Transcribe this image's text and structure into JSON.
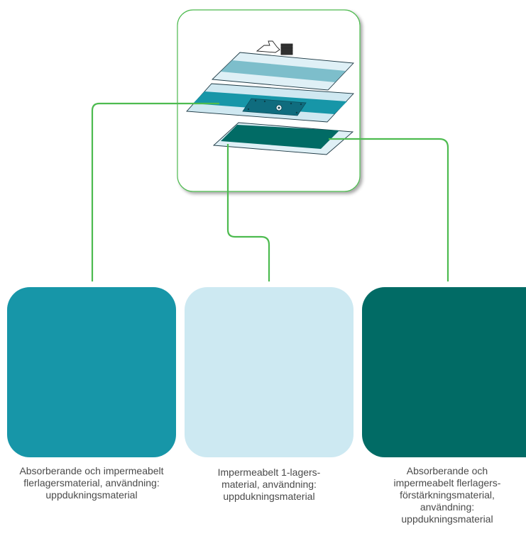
{
  "colors": {
    "connector_line": "#4dbb4f",
    "frame_border": "#4dbb4f",
    "absorbent_multilayer": "#1796a8",
    "impermeable_single_layer": "#cde9f2",
    "reinforcement_multilayer": "#016b65"
  },
  "icons": [
    "drape-pack-icon"
  ],
  "materials": [
    {
      "name": "absorbent-multilayer",
      "color": "#1796a8",
      "caption": "Absorberande och impermeabelt\nflerlagersmaterial, användning:\nuppdukningsmaterial"
    },
    {
      "name": "impermeable-single-layer",
      "color": "#cde9f2",
      "caption": "Impermeabelt 1-lagers-\nmaterial, användning:\nuppdukningsmaterial"
    },
    {
      "name": "reinforcement-multilayer",
      "color": "#016b65",
      "caption": "Absorberande och\nimpermeabelt flerlagers-\nförstärkningsmaterial,\nanvändning:\nuppdukningsmaterial"
    }
  ]
}
